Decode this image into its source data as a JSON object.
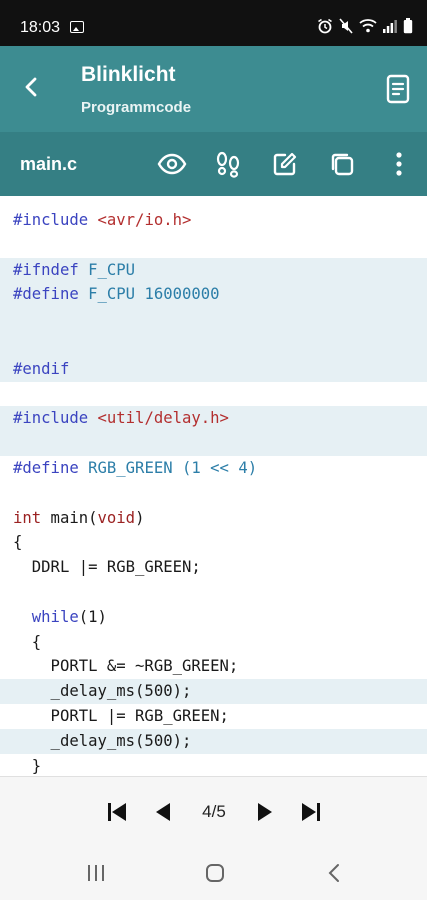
{
  "status": {
    "time": "18:03"
  },
  "appbar": {
    "title": "Blinklicht",
    "subtitle": "Programmcode"
  },
  "toolbar": {
    "filename": "main.c"
  },
  "code": {
    "lines": [
      {
        "text": "#include <avr/io.h>",
        "highlight": false
      },
      {
        "text": "",
        "highlight": false
      },
      {
        "text": "#ifndef F_CPU",
        "highlight": true
      },
      {
        "text": "#define F_CPU 16000000",
        "highlight": true
      },
      {
        "text": "",
        "highlight": true
      },
      {
        "text": "",
        "highlight": true
      },
      {
        "text": "#endif",
        "highlight": true
      },
      {
        "text": "",
        "highlight": false
      },
      {
        "text": "#include <util/delay.h>",
        "highlight": true
      },
      {
        "text": "",
        "highlight": true
      },
      {
        "text": "#define RGB_GREEN (1 << 4)",
        "highlight": false
      },
      {
        "text": "",
        "highlight": false
      },
      {
        "text": "int main(void)",
        "highlight": false
      },
      {
        "text": "{",
        "highlight": false
      },
      {
        "text": "  DDRL |= RGB_GREEN;",
        "highlight": false
      },
      {
        "text": "",
        "highlight": false
      },
      {
        "text": "  while(1)",
        "highlight": false
      },
      {
        "text": "  {",
        "highlight": false
      },
      {
        "text": "    PORTL &= ~RGB_GREEN;",
        "highlight": false
      },
      {
        "text": "    _delay_ms(500);",
        "highlight": true
      },
      {
        "text": "    PORTL |= RGB_GREEN;",
        "highlight": false
      },
      {
        "text": "    _delay_ms(500);",
        "highlight": true
      },
      {
        "text": "  }",
        "highlight": false
      }
    ]
  },
  "pager": {
    "indicator": "4/5"
  },
  "colors": {
    "appbar": "#3d8c91",
    "toolbar": "#357f84",
    "highlight": "#e6f0f4"
  }
}
